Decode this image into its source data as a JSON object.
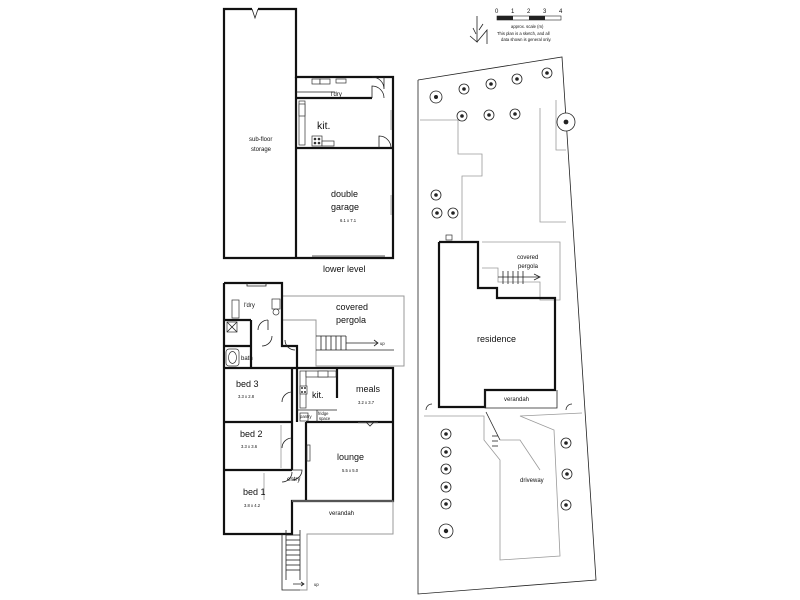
{
  "scale": {
    "ticks": [
      "0",
      "1",
      "2",
      "3",
      "4"
    ],
    "caption": "approx. scale (m)",
    "note_line1": "This plan is a sketch, and all",
    "note_line2": "data shown is general only."
  },
  "lower_level": {
    "title": "lower level",
    "storage_line1": "sub-floor",
    "storage_line2": "storage",
    "laundry": "l'dry",
    "kitchen": "kit.",
    "garage_line1": "double",
    "garage_line2": "garage",
    "garage_size": "6.1 x 7.1"
  },
  "upper_level": {
    "laundry": "l'dry",
    "bath": "bath",
    "pergola_line1": "covered",
    "pergola_line2": "pergola",
    "up": "up",
    "bed3": "bed 3",
    "bed3_size": "3.3 x 2.8",
    "bed2": "bed 2",
    "bed2_size": "3.3 x 3.6",
    "bed1": "bed 1",
    "bed1_size": "3.8 x 4.2",
    "kitchen": "kit.",
    "meals": "meals",
    "meals_size": "3.2 x 3.7",
    "pantry": "pantry",
    "fridge_line1": "fridge",
    "fridge_line2": "space",
    "lounge": "lounge",
    "lounge_size": "5.5 x 5.0",
    "entry": "entry",
    "verandah": "verandah",
    "up_bottom": "up"
  },
  "site": {
    "residence": "residence",
    "pergola_line1": "covered",
    "pergola_line2": "pergola",
    "verandah": "verandah",
    "driveway": "driveway"
  }
}
